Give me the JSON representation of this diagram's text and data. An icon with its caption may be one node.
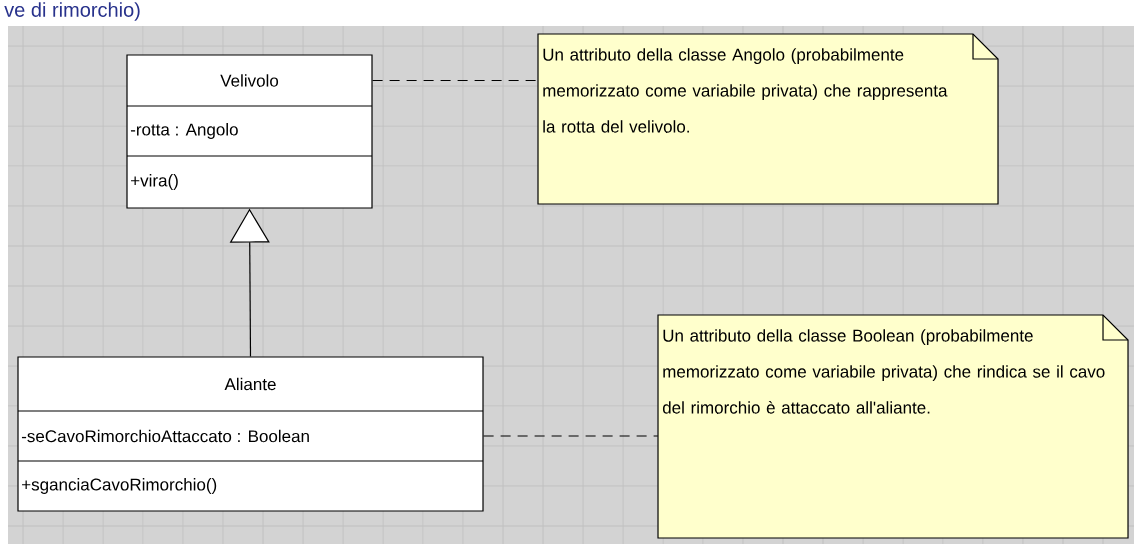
{
  "diagram": {
    "title": "ve di rimorchio)",
    "nodes": [
      {
        "text": [
          "Velivolo",
          "-rotta : Angolo",
          "+vira()"
        ]
      },
      {
        "text": [
          "Aliante",
          "-seCavoRimorchioAttaccato : Boolean",
          "+sganciaCavoRimorchio()"
        ]
      },
      {
        "text": [
          "Un attributo della classe Angolo (probabilmente memorizzato come variabile privata) che rappresenta la rotta del velivolo."
        ]
      },
      {
        "text": [
          "Un attributo della classe Boolean (probabilmente memorizzato come variabile privata) che rindica se il cavo del rimorchio è attaccato all'aliante."
        ]
      }
    ],
    "edges": [
      {
        "from": 1,
        "to": 0,
        "arrow": "to"
      },
      {
        "from": 0,
        "to": 2,
        "arrow": "none",
        "style": "dashed"
      },
      {
        "from": 1,
        "to": 3,
        "arrow": "none",
        "style": "dashed"
      }
    ]
  }
}
